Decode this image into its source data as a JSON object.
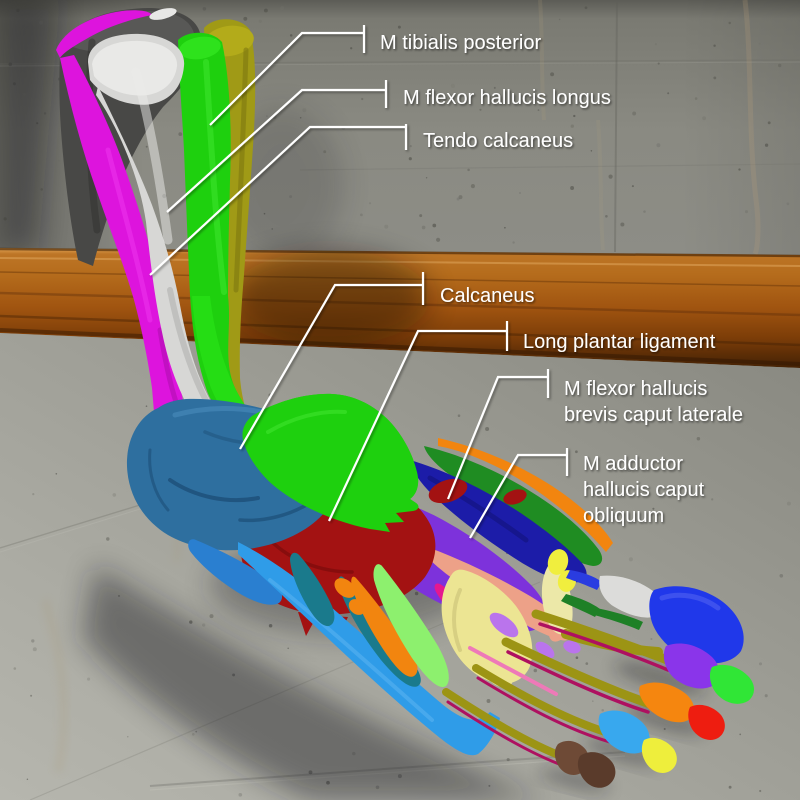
{
  "labels": [
    {
      "id": "m-tibialis-posterior",
      "lines": [
        "M tibialis posterior"
      ]
    },
    {
      "id": "m-flexor-hallucis-longus",
      "lines": [
        "M flexor hallucis longus"
      ]
    },
    {
      "id": "tendo-calcaneus",
      "lines": [
        "Tendo calcaneus"
      ]
    },
    {
      "id": "calcaneus",
      "lines": [
        "Calcaneus"
      ]
    },
    {
      "id": "long-plantar-ligament",
      "lines": [
        "Long plantar ligament"
      ]
    },
    {
      "id": "m-flexor-hallucis-brevis-caput-laterale",
      "lines": [
        "M flexor hallucis",
        "brevis caput laterale"
      ]
    },
    {
      "id": "m-adductor-hallucis-caput-obliquum",
      "lines": [
        "M adductor",
        "hallucis caput",
        "obliquum"
      ]
    }
  ],
  "colors": {
    "label_text": "#ffffff",
    "leader_line": "#ffffff",
    "wall_gray": "#8a8a82",
    "wood_rail": "#a35812",
    "floor_gray": "#a5a59d",
    "tibialis_posterior_green": "#1ed00e",
    "flexor_hallucis_longus_white": "#d7d7d5",
    "tendo_calcaneus_magenta": "#dd14dd",
    "deep_muscle_dark_gray": "#484846",
    "peroneus_olive": "#a09a16",
    "calcaneus_blue": "#2e6f9f",
    "long_plantar_ligament_red": "#a31212",
    "flexor_hallucis_brevis_navy": "#1c1ca8",
    "adductor_hallucis_purple": "#7d32db",
    "foot_edge_orange": "#f2850f",
    "foot_edge_green": "#1f8c22",
    "salmon_muscle": "#eda188",
    "pale_yellow_muscle": "#ece593",
    "deep_pink_muscle": "#e5188f",
    "violet_muscle": "#ba74ec",
    "light_green_muscle": "#8df06e",
    "teal_muscle": "#1a7a8c",
    "light_blue_band": "#2f9ce8",
    "medium_blue_band": "#2a7fd0",
    "olive_tendon": "#9c9414",
    "crimson_tendon": "#ae1060",
    "pink_tendon": "#ee79b8",
    "yellow_sesamoid": "#f0ee3e",
    "toe_blue": "#2038ea",
    "toe_purple": "#8a35ea",
    "toe_green": "#30e636",
    "toe_orange": "#f5860f",
    "toe_red": "#ee1d10",
    "toe_sky_blue": "#38a8ee",
    "toe_yellow": "#eeee3c",
    "toe_brown": "#6e4a36",
    "toe_brown_dark": "#5a3b2b"
  }
}
